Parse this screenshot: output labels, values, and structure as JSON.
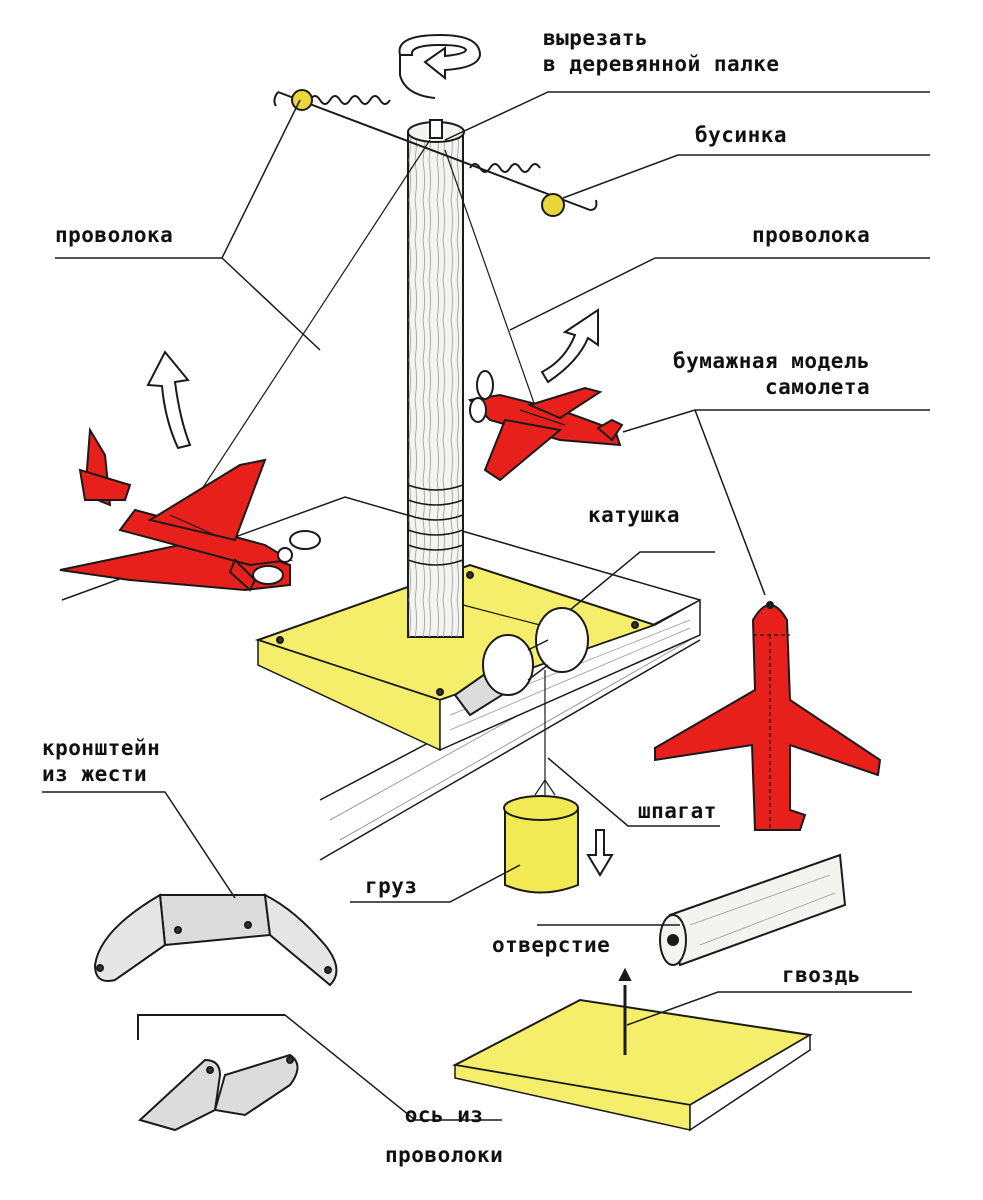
{
  "labels": {
    "cut": "вырезать\nв деревянной палке",
    "bead": "бусинка",
    "wire_left": "проволока",
    "wire_right": "проволока",
    "paper_model": "бумажная модель\nсамолета",
    "spool": "катушка",
    "bracket": "кронштейн\nиз жести",
    "twine": "шпагат",
    "weight": "груз",
    "hole": "отверстие",
    "nail": "гвоздь",
    "axle": "ось из\nпроволоки"
  },
  "colors": {
    "plane_red": "#e8201c",
    "board_yellow": "#f4ee6a",
    "weight_yellow": "#f2ea55",
    "bead_yellow": "#e8d63a",
    "ink": "#1a1a1a",
    "wood": "#f3f3f0",
    "metal": "#dcdcdc"
  },
  "icons": [
    "rotation-arrow-icon",
    "up-arrow-icon",
    "down-arrow-icon"
  ]
}
